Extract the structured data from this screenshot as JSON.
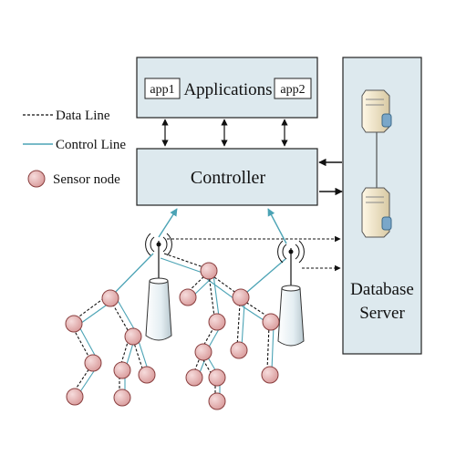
{
  "legend": {
    "data_line": "Data Line",
    "control_line": "Control Line",
    "sensor_node": "Sensor node"
  },
  "applications": {
    "title": "Applications",
    "app1": "app1",
    "app2": "app2"
  },
  "controller": {
    "title": "Controller"
  },
  "database_server": {
    "line1": "Database",
    "line2": "Server"
  },
  "colors": {
    "box_fill": "#dde9ee",
    "control_line": "#4ba3b5",
    "node_fill": "#e7b5b5",
    "node_stroke": "#8a3f3f",
    "tower_fill": "#e6f0f4"
  },
  "icons": [
    "server-icon",
    "antenna-tower-icon",
    "sensor-node-icon",
    "arrow-icon"
  ]
}
